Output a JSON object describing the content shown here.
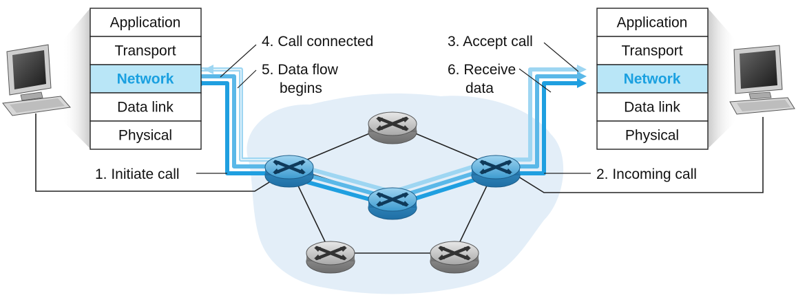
{
  "left_stack": {
    "layers": [
      "Application",
      "Transport",
      "Network",
      "Data link",
      "Physical"
    ]
  },
  "right_stack": {
    "layers": [
      "Application",
      "Transport",
      "Network",
      "Data link",
      "Physical"
    ]
  },
  "annotations": {
    "step1": "1. Initiate call",
    "step2": "2. Incoming call",
    "step3": "3. Accept call",
    "step4": "4. Call connected",
    "step5_line1": "5. Data flow",
    "step5_line2": "begins",
    "step6_line1": "6. Receive",
    "step6_line2": "data"
  },
  "colors": {
    "network_fill": "#b9e6f7",
    "network_text": "#1aa0e0",
    "path_dark": "#1f9fe0",
    "path_mid": "#5ab8e8",
    "path_light": "#9ed6f2",
    "cloud": "#e3eef8",
    "router_blue": "#5aaed8",
    "router_gray": "#b5b5b5"
  }
}
